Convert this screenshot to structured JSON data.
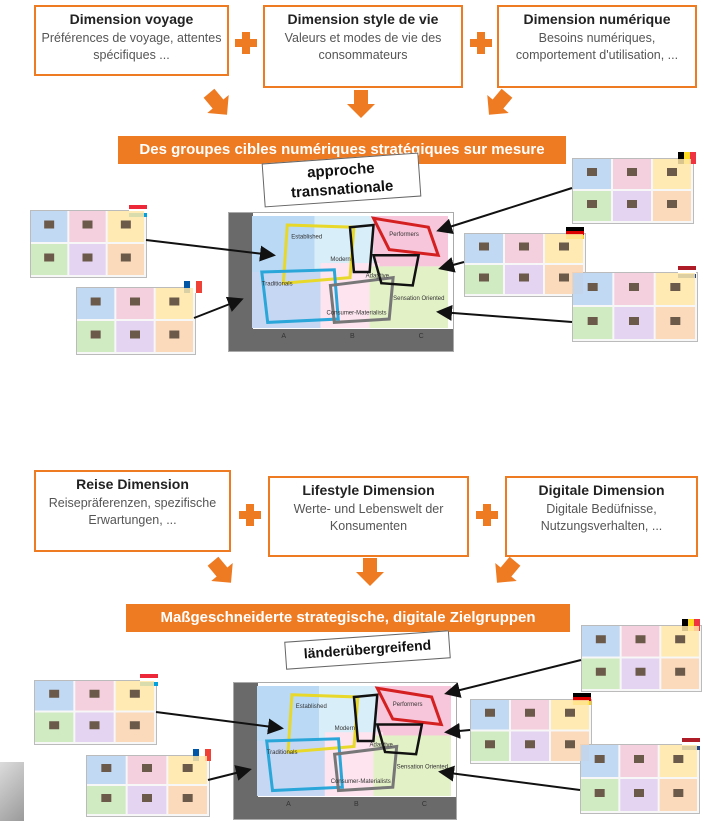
{
  "fr": {
    "box1": {
      "title": "Dimension voyage",
      "desc": "Préférences de voyage, attentes spécifiques ..."
    },
    "box2": {
      "title": "Dimension style de vie",
      "desc": "Valeurs et modes de vie des consommateurs"
    },
    "box3": {
      "title": "Dimension numérique",
      "desc": "Besoins numériques, comportement d'utilisation, ..."
    },
    "banner": "Des groupes cibles numériques stratégiques sur mesure",
    "stamp": "approche transnationale"
  },
  "de": {
    "box1": {
      "title": "Reise Dimension",
      "desc": "Reisepräferenzen, spezifische Erwartungen, ..."
    },
    "box2": {
      "title": "Lifestyle Dimension",
      "desc": "Werte- und Lebenswelt der Konsumenten"
    },
    "box3": {
      "title": "Digitale Dimension",
      "desc": "Digitale Bedüfnisse, Nutzungsverhalten, ..."
    },
    "banner": "Maßgeschneiderte strategische, digitale Zielgruppen",
    "stamp": "länderübergreifend"
  },
  "map_labels": {
    "established": "Established",
    "performers": "Performers",
    "traditionals": "Traditionals",
    "modern": "Modern",
    "adaptive": "Adaptive",
    "sensation": "Sensation Oriented",
    "consumer": "Consumer-Materialists",
    "col_a": "A",
    "col_b": "B",
    "col_c": "C"
  },
  "flags": {
    "lux": [
      "#ed2939",
      "#ffffff",
      "#00a1de"
    ],
    "fra": [
      "#0055a4",
      "#ffffff",
      "#ef4135"
    ],
    "bel": [
      "#000000",
      "#fdda24",
      "#ef3340"
    ],
    "ger": [
      "#000000",
      "#dd0000",
      "#ffce00"
    ],
    "ned": [
      "#ae1c28",
      "#ffffff",
      "#21468b"
    ]
  },
  "colors": {
    "accent": "#ee7a22"
  }
}
